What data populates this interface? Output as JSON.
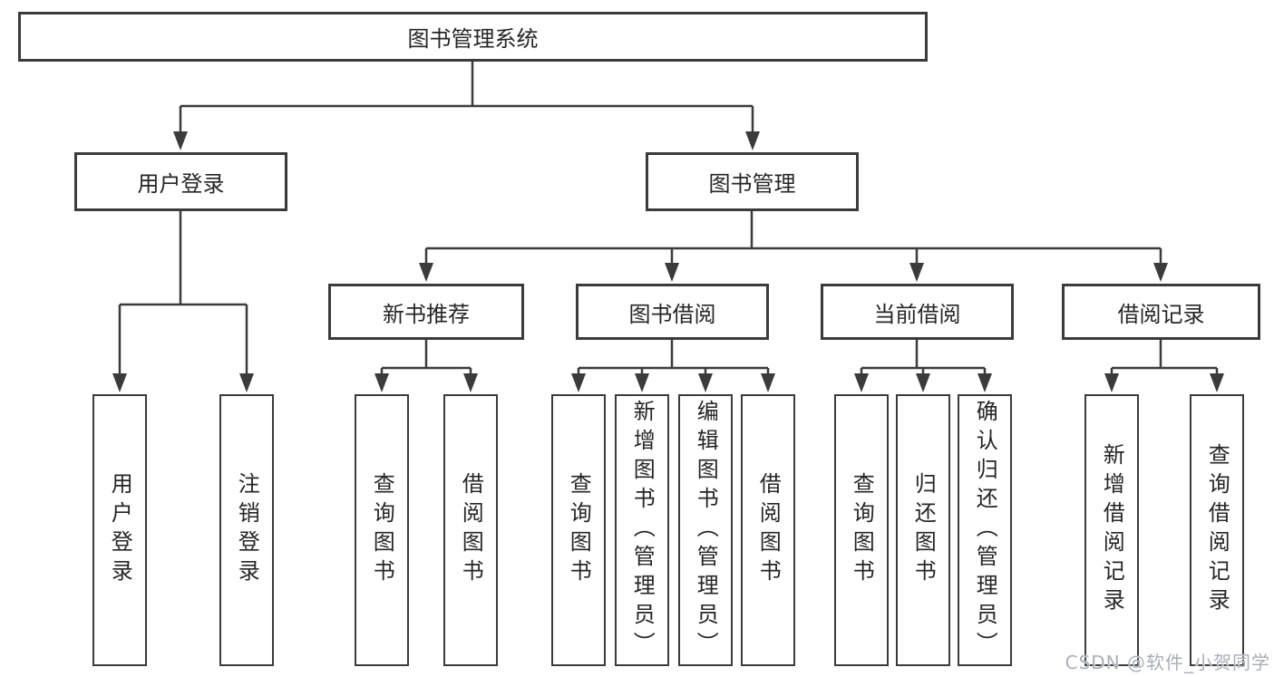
{
  "nodes": {
    "root": {
      "label": "图书管理系统"
    },
    "level2": [
      {
        "label": "用户登录"
      },
      {
        "label": "图书管理"
      }
    ],
    "level3": [
      {
        "label": "新书推荐",
        "parent": "图书管理"
      },
      {
        "label": "图书借阅",
        "parent": "图书管理"
      },
      {
        "label": "当前借阅",
        "parent": "图书管理"
      },
      {
        "label": "借阅记录",
        "parent": "图书管理"
      }
    ],
    "leaves": [
      {
        "label": "用户登录",
        "parent": "用户登录"
      },
      {
        "label": "注销登录",
        "parent": "用户登录"
      },
      {
        "label": "查询图书",
        "parent": "新书推荐"
      },
      {
        "label": "借阅图书",
        "parent": "新书推荐"
      },
      {
        "label": "查询图书",
        "parent": "图书借阅"
      },
      {
        "label": "新增图书（管理员）",
        "parent": "图书借阅"
      },
      {
        "label": "编辑图书（管理员）",
        "parent": "图书借阅"
      },
      {
        "label": "借阅图书",
        "parent": "图书借阅"
      },
      {
        "label": "查询图书",
        "parent": "当前借阅"
      },
      {
        "label": "归还图书",
        "parent": "当前借阅"
      },
      {
        "label": "确认归还（管理员）",
        "parent": "当前借阅"
      },
      {
        "label": "新增借阅记录",
        "parent": "借阅记录"
      },
      {
        "label": "查询借阅记录",
        "parent": "借阅记录"
      }
    ]
  },
  "watermark": "CSDN @软件_小贺同学",
  "colors": {
    "line": "#3b3b3b",
    "border": "#3b3b3b",
    "text": "#262626",
    "watermark": "#a9aeb8",
    "background": "#ffffff"
  }
}
